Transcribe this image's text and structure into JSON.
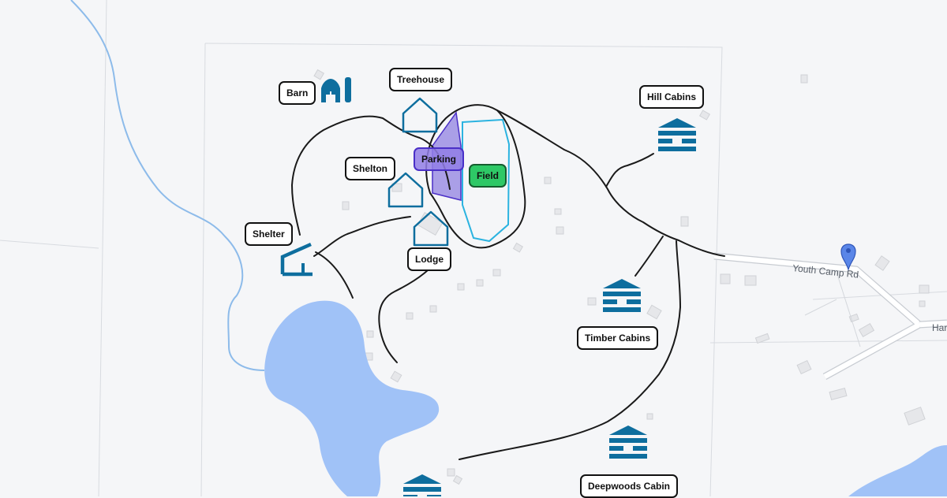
{
  "map": {
    "places": {
      "barn": "Barn",
      "treehouse": "Treehouse",
      "hill_cabins": "Hill Cabins",
      "shelton": "Shelton",
      "parking": "Parking",
      "field": "Field",
      "shelter": "Shelter",
      "lodge": "Lodge",
      "timber_cabins": "Timber Cabins",
      "deepwoods_cabin": "Deepwoods Cabin"
    },
    "roads": {
      "youth_camp_rd": "Youth Camp Rd",
      "partial_road": "Har"
    },
    "icons": [
      "barn-icon",
      "house-icon",
      "cabin-icon",
      "shelter-icon",
      "location-pin-icon"
    ],
    "colors": {
      "background": "#f5f6f8",
      "water": "#a0c2f7",
      "stream": "#8dbbea",
      "trail": "#1a1a1a",
      "building": "#0e6e9e",
      "parking_fill": "#8a7be0",
      "field_outline": "#2bb3e0",
      "field_label": "#2ec866",
      "pin": "#5a86e8"
    }
  }
}
